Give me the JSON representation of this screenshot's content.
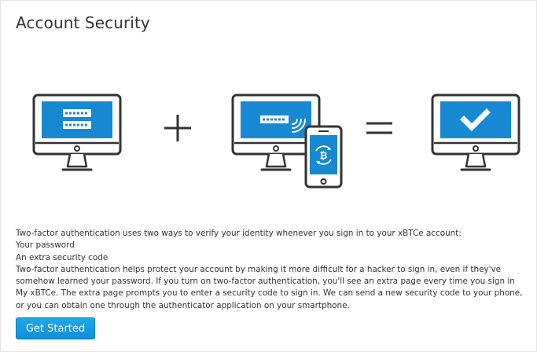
{
  "page": {
    "title": "Account Security"
  },
  "colors": {
    "accent": "#1789d2",
    "outline": "#333333",
    "button": "#1a9fe3"
  },
  "illustration": {
    "icons": [
      "monitor-password-icon",
      "plus-icon",
      "monitor-phone-bitcoin-icon",
      "equals-icon",
      "monitor-checkmark-icon"
    ]
  },
  "description": {
    "intro": "Two-factor authentication uses two ways to verify your identity whenever you sign in to your xBTCe account:",
    "item1": "Your password",
    "item2": "An extra security code",
    "body": "Two-factor authentication helps protect your account by making it more difficult for a hacker to sign in, even if they've somehow learned your password. If you turn on two-factor authentication, you'll see an extra page every time you sign in My xBTCe. The extra page prompts you to enter a security code to sign in. We can send a new security code to your phone, or you can obtain one through the authenticator application on your smartphone."
  },
  "actions": {
    "get_started_label": "Get Started"
  }
}
